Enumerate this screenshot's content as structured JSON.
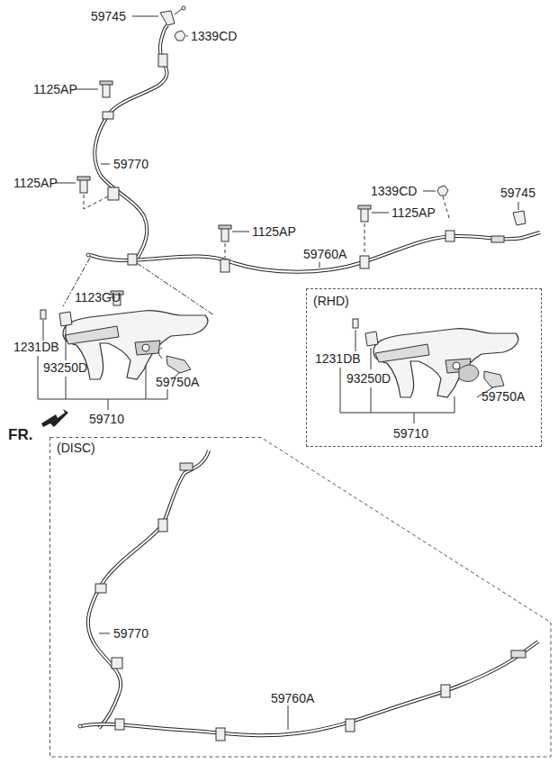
{
  "diagram": {
    "nodes": [
      {
        "text": [
          "(RHD)"
        ]
      },
      {
        "text": [
          "(DISC)"
        ]
      }
    ],
    "labels": [
      "59745",
      "1339CD",
      "1125AP",
      "59770",
      "1125AP",
      "1339CD",
      "59745",
      "1125AP",
      "1125AP",
      "59760A",
      "1123GU",
      "1231DB",
      "93250D",
      "59750A",
      "59710",
      "FR.",
      "1231DB",
      "93250D",
      "59750A",
      "59710",
      "59770",
      "59760A"
    ]
  }
}
